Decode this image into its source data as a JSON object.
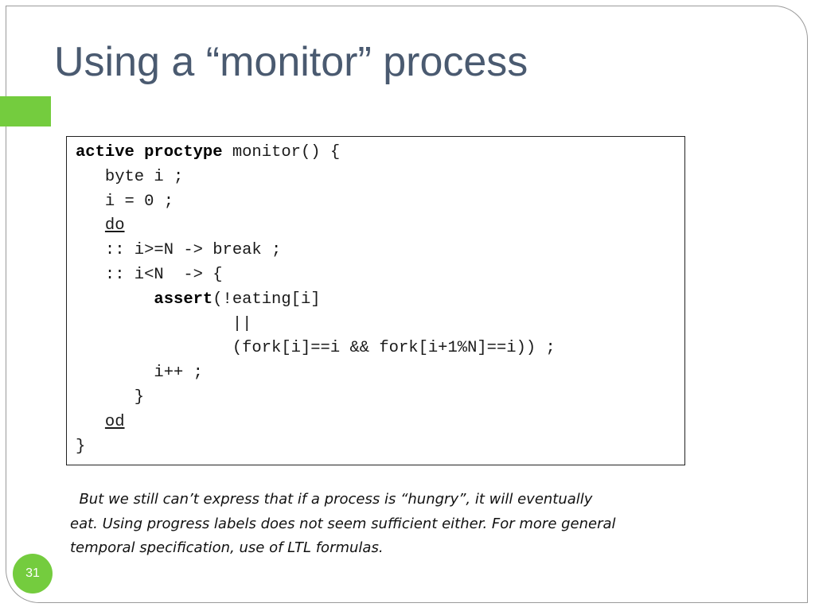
{
  "slide": {
    "title": "Using a “monitor” process",
    "page_number": "31",
    "accent_color": "#74cc3e",
    "title_color": "#4a5a70"
  },
  "code": {
    "l1_kw": "active proctype",
    "l1_rest": " monitor() {",
    "l2": "   byte i ;",
    "l3": "   i = 0 ;",
    "l4_indent": "   ",
    "l4_kw": "do",
    "l5": "   :: i>=N -> break ;",
    "l6": "   :: i<N  -> {",
    "l7_indent": "        ",
    "l7_kw": "assert",
    "l7_rest": "(!eating[i]",
    "l8": "                ||",
    "l9": "                (fork[i]==i && fork[i+1%N]==i)) ;",
    "l10": "        i++ ;",
    "l11": "      }",
    "l12_indent": "   ",
    "l12_kw": "od",
    "l13": "}"
  },
  "note": {
    "line1": "  But we still can’t express that if a process is “hungry”, it will eventually",
    "line2": "eat. Using progress labels does not seem sufficient either. For more general",
    "line3": "temporal specification, use of LTL formulas."
  }
}
